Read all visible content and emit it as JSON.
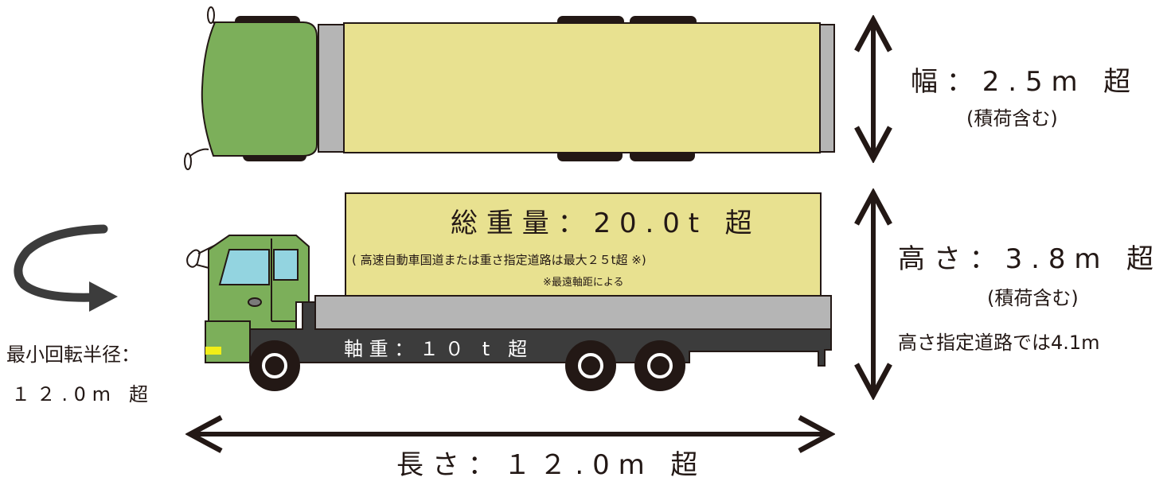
{
  "colors": {
    "cab_green": "#7caf5a",
    "cargo_yellow": "#e8e190",
    "frame_gray": "#b5b5b5",
    "window_blue": "#93d4e0",
    "outline": "#231815",
    "marker_yellow": "#f1ee17"
  },
  "icons": [
    "turn-arrow-icon",
    "double-arrow-icon",
    "truck-top-view",
    "truck-side-view"
  ],
  "labels": {
    "width_main": "幅：2.5m 超",
    "width_note": "(積荷含む)",
    "height_main": "高さ：3.8m 超",
    "height_note": "(積荷含む)",
    "height_special": "高さ指定道路では4.1m",
    "weight_main": "総重量：20.0t 超",
    "weight_note": "( 高速自動車国道または重さ指定道路は最大２５t超 ※)",
    "weight_footnote": "※最遠軸距による",
    "axle_load": "軸重：１０ t 超",
    "turning_radius_line1": "最小回転半径：",
    "turning_radius_line2": "１２.0m 超",
    "length": "長さ：１２.0m 超"
  }
}
